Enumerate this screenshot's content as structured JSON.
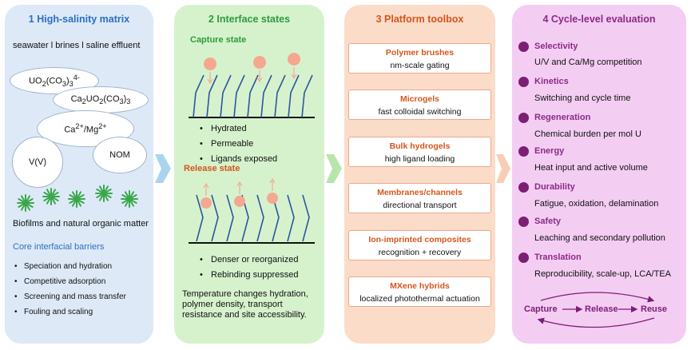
{
  "panel1": {
    "title": "1 High-salinity matrix",
    "subtitle": "seawater l brines l saline effluent",
    "species": {
      "uo2_main": "UO",
      "uo2_sub1": "2",
      "uo2_mid": "(CO",
      "uo2_sub2": "3",
      "uo2_end": ")",
      "uo2_sub3": "3",
      "uo2_sup": "4-",
      "ca2_main": "Ca",
      "ca2_sub1": "2",
      "ca2_mid": "UO",
      "ca2_sub2": "2",
      "ca2_mid2": "(CO",
      "ca2_sub3": "3",
      "ca2_end": ")",
      "ca2_sub4": "3",
      "camg_a": "Ca",
      "camg_sup1": "2+",
      "camg_b": "/Mg",
      "camg_sup2": "2+",
      "vv": "V(V)",
      "nom": "NOM"
    },
    "biofilm_label": "Biofilms and natural organic matter",
    "barriers_title": "Core interfacial barriers",
    "barriers": [
      "Speciation and hydration",
      "Competitive adsorption",
      "Screening and mass transfer",
      "Fouling and scaling"
    ]
  },
  "panel2": {
    "title": "2 Interface states",
    "capture_label": "Capture state",
    "capture_bullets": [
      "Hydrated",
      "Permeable",
      "Ligands exposed"
    ],
    "release_label": "Release state",
    "release_bullets": [
      "Denser or reorganized",
      "Rebinding suppressed"
    ],
    "summary": [
      "Temperature changes hydration,",
      "polymer density, transport",
      "resistance and site accessibility."
    ]
  },
  "panel3": {
    "title": "3 Platform toolbox",
    "items": [
      {
        "heading": "Polymer brushes",
        "detail": "nm-scale gating"
      },
      {
        "heading": "Microgels",
        "detail": "fast colloidal switching"
      },
      {
        "heading": "Bulk hydrogels",
        "detail": "high ligand loading"
      },
      {
        "heading": "Membranes/channels",
        "detail": "directional transport"
      },
      {
        "heading": "Ion-imprinted composites",
        "detail": "recognition + recovery"
      },
      {
        "heading": "MXene hybrids",
        "detail": "localized photothermal actuation"
      }
    ]
  },
  "panel4": {
    "title": "4 Cycle-level evaluation",
    "criteria": [
      {
        "heading": "Selectivity",
        "detail": "U/V and Ca/Mg competition"
      },
      {
        "heading": "Kinetics",
        "detail": "Switching and cycle time"
      },
      {
        "heading": "Regeneration",
        "detail": "Chemical burden per mol U"
      },
      {
        "heading": "Energy",
        "detail": "Heat input and active volume"
      },
      {
        "heading": "Durability",
        "detail": "Fatigue, oxidation, delamination"
      },
      {
        "heading": "Safety",
        "detail": "Leaching and secondary pollution"
      },
      {
        "heading": "Translation",
        "detail": "Reproducibility, scale-up, LCA/TEA"
      }
    ],
    "cycle": {
      "capture": "Capture",
      "release": "Release",
      "reuse": "Reuse"
    }
  },
  "colors": {
    "panel1_bg": "#dde9f7",
    "panel2_bg": "#d6f2cd",
    "panel3_bg": "#fbdcc9",
    "panel4_bg": "#f4cdf3",
    "title1": "#2c6fc0",
    "title2": "#2f9a3e",
    "title3": "#d4561b",
    "title4": "#8b2b86",
    "chain": "#2c55a0",
    "ion": "#f4a890",
    "biofilm": "#3aa84a"
  },
  "icons": {
    "biofilm": "star-burst-icon",
    "ion": "circle-icon",
    "chain": "zigzag-chain-icon",
    "flow_arrow": "chevron-arrow-icon",
    "criterion_marker": "filled-dot-icon"
  }
}
